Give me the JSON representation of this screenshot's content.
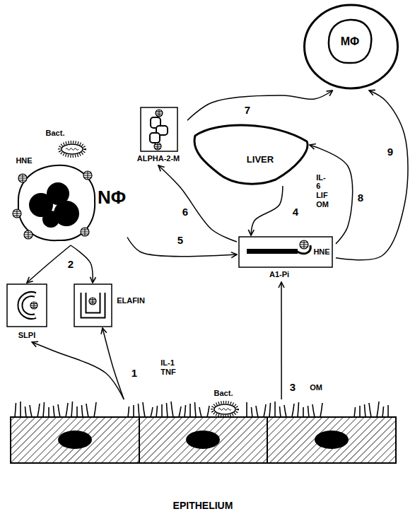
{
  "diagram": {
    "nodes": [
      {
        "text": [
          "MΦ"
        ]
      },
      {
        "text": [
          "ALPHA-2-M"
        ]
      },
      {
        "text": [
          "NΦ"
        ]
      },
      {
        "text": [
          "LIVER"
        ]
      },
      {
        "text": [
          "HNE",
          "A1-Pi"
        ]
      },
      {
        "text": [
          "SLPI"
        ]
      },
      {
        "text": [
          "ELAFIN"
        ]
      },
      {
        "text": [
          "EPITHELIUM"
        ]
      }
    ],
    "edges": [
      {
        "from": 7,
        "to": 5,
        "label": "1",
        "arrow": "to"
      },
      {
        "from": 7,
        "to": 6,
        "arrow": "to"
      },
      {
        "from": 2,
        "to": 5,
        "label": "2",
        "arrow": "to"
      },
      {
        "from": 2,
        "to": 6,
        "arrow": "to"
      },
      {
        "from": 7,
        "to": 4,
        "label": "3",
        "arrow": "to"
      },
      {
        "from": 3,
        "to": 4,
        "label": "4",
        "arrow": "to"
      },
      {
        "from": 2,
        "to": 4,
        "label": "5",
        "arrow": "to"
      },
      {
        "from": 4,
        "to": 1,
        "label": "6",
        "arrow": "to"
      },
      {
        "from": 1,
        "to": 0,
        "label": "7",
        "arrow": "to"
      },
      {
        "from": 4,
        "to": 3,
        "label": "8",
        "arrow": "to"
      },
      {
        "from": 4,
        "to": 0,
        "label": "9",
        "arrow": "to"
      }
    ],
    "labels": [
      "HNE",
      "Bact.",
      "IL-1 TNF",
      "IL-6 LIF OM",
      "OM",
      "Bact."
    ]
  }
}
